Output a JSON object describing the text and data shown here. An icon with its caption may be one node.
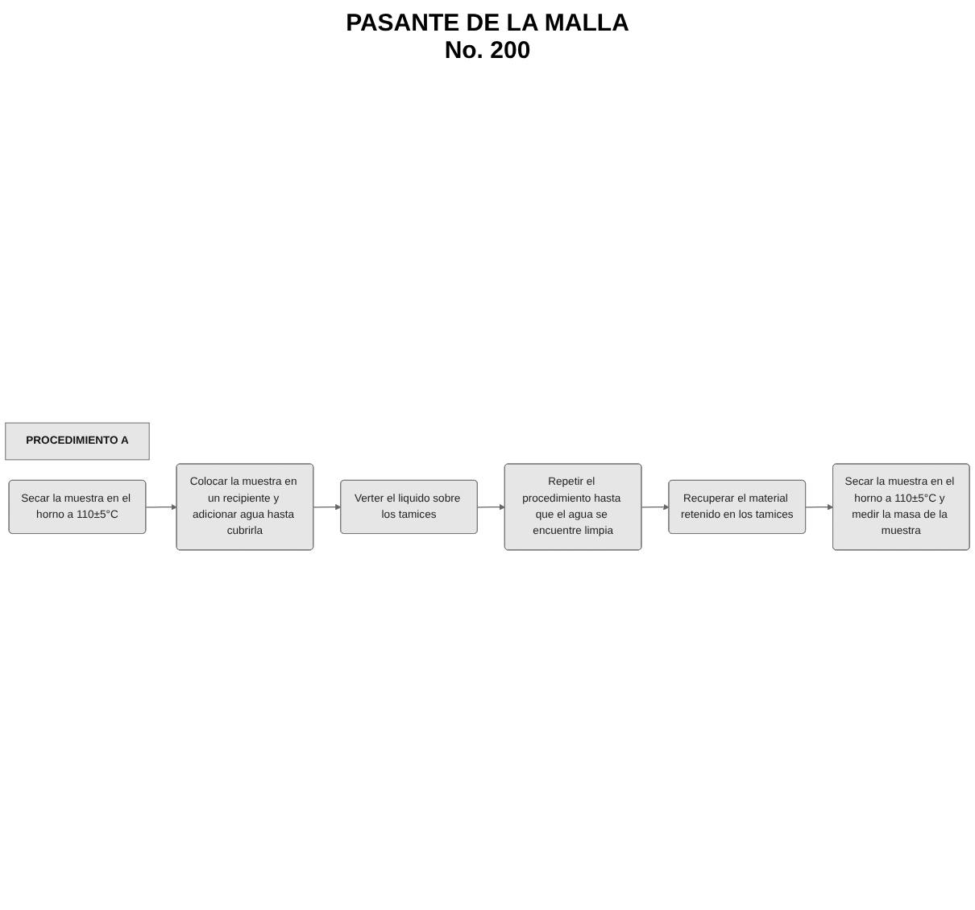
{
  "diagram": {
    "title": "PASANTE DE LA MALLA No. 200",
    "nodes": [
      {
        "text": [
          "PROCEDIMIENTO A"
        ]
      },
      {
        "text": [
          "Secar la muestra en el horno a 110±5°C"
        ]
      },
      {
        "text": [
          "Colocar la muestra en un recipiente y adicionar agua hasta cubrirla"
        ]
      },
      {
        "text": [
          "Verter el liquido sobre los tamices"
        ]
      },
      {
        "text": [
          "Repetir el procedimiento hasta que el agua se encuentre limpia"
        ]
      },
      {
        "text": [
          "Recuperar el material retenido en los tamices"
        ]
      },
      {
        "text": [
          "Secar la muestra en el horno a 110±5°C y medir la masa de la muestra"
        ]
      }
    ],
    "edges": [
      {
        "from": 1,
        "to": 2,
        "arrow": "to"
      },
      {
        "from": 2,
        "to": 3,
        "arrow": "to"
      },
      {
        "from": 3,
        "to": 4,
        "arrow": "to"
      },
      {
        "from": 4,
        "to": 5,
        "arrow": "to"
      },
      {
        "from": 5,
        "to": 6,
        "arrow": "to"
      }
    ]
  }
}
